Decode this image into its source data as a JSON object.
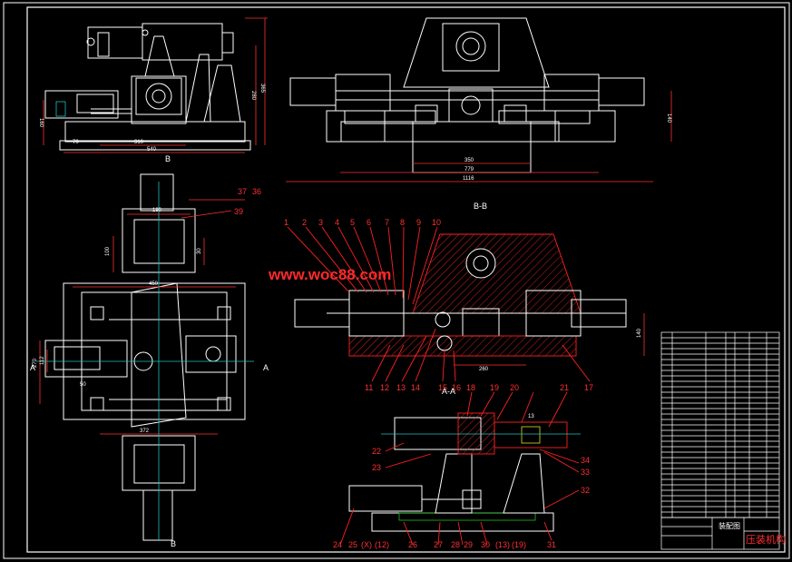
{
  "watermark": "www.woc88.com",
  "section_titles": {
    "bb": "B-B",
    "aa": "A-A",
    "b_top": "B",
    "b_bottom": "B",
    "a_right": "A",
    "a_left": "A"
  },
  "dimensions": {
    "tl_width": "540",
    "tl_inner": "310",
    "tl_left": "70",
    "tl_h1": "365",
    "tl_h2": "280",
    "tl_h3": "160",
    "tr_w1": "350",
    "tr_w2": "779",
    "tr_w3": "1116",
    "tr_h": "140",
    "ml_190": "190",
    "ml_100": "100",
    "ml_30": "30",
    "ml_450": "450",
    "ml_372": "372",
    "ml_270": "270",
    "ml_112": "112",
    "ml_50": "50",
    "bb_260": "260",
    "bb_140": "140",
    "aa_13": "13"
  },
  "callouts_bb_top": [
    "1",
    "2",
    "3",
    "4",
    "5",
    "6",
    "7",
    "8",
    "9",
    "10"
  ],
  "callouts_bb_bottom": [
    "11",
    "12",
    "13",
    "14",
    "15",
    "16",
    "17"
  ],
  "callouts_aa": [
    "18",
    "19",
    "20",
    "21",
    "22",
    "23",
    "24",
    "25",
    "(X)",
    "(12)",
    "26",
    "27",
    "28",
    "29",
    "30",
    "(13)",
    "(19)",
    "31",
    "32",
    "33",
    "34"
  ],
  "callouts_ml": [
    "37",
    "36",
    "39"
  ],
  "title_block": {
    "drawing_title": "压装机构",
    "assembly_label": "装配图"
  }
}
